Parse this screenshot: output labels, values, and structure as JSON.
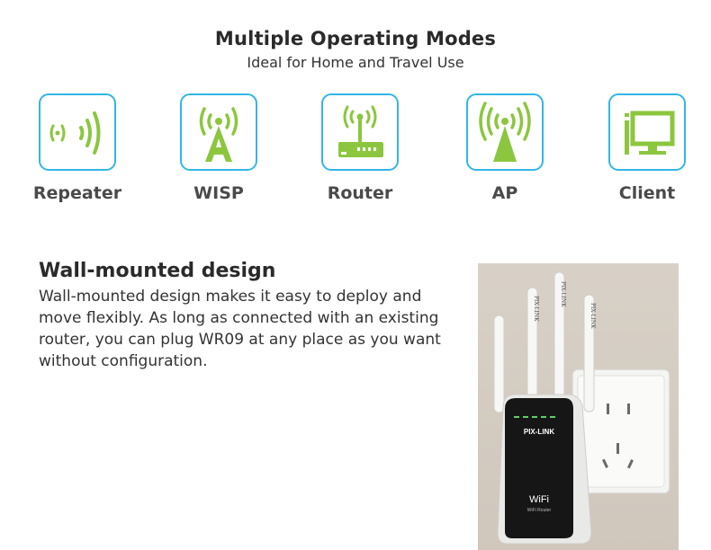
{
  "header": {
    "title": "Multiple Operating Modes",
    "subtitle": "Ideal for Home and Travel Use"
  },
  "modes": [
    {
      "label": "Repeater",
      "icon": "repeater-signal-icon"
    },
    {
      "label": "WISP",
      "icon": "wisp-tower-icon"
    },
    {
      "label": "Router",
      "icon": "router-icon"
    },
    {
      "label": "AP",
      "icon": "access-point-icon"
    },
    {
      "label": "Client",
      "icon": "computer-monitor-icon"
    }
  ],
  "colors": {
    "icon_border": "#33b6e6",
    "icon_green": "#8cc63f"
  },
  "feature": {
    "title": "Wall-mounted design",
    "text": "Wall-mounted design makes it easy to deploy and move flexibly. As long as connected with an existing router, you can plug WR09 at any place as you want without configuration."
  },
  "product": {
    "brand": "PIX-LINK",
    "antenna_label": "PIX-LINK",
    "wifi": "WiFi",
    "wifi_sub": "WiFi Router"
  }
}
